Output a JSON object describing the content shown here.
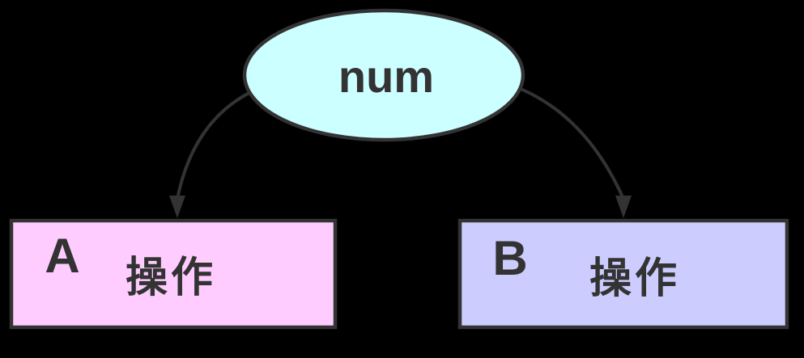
{
  "colors": {
    "background": "#000000",
    "stroke": "#333333",
    "text": "#333333",
    "num_fill": "#ccffff",
    "box_a_fill": "#ffccff",
    "box_b_fill": "#ccccff"
  },
  "nodes": {
    "num": {
      "label": "num"
    },
    "box_a": {
      "letter": "A",
      "label": "操作"
    },
    "box_b": {
      "letter": "B",
      "label": "操作"
    }
  }
}
